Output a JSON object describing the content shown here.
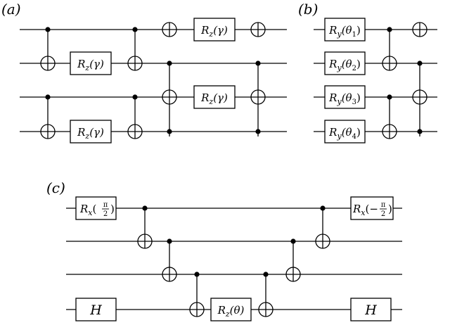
{
  "panels": {
    "a": {
      "label": "(a)",
      "gates": {
        "rz_1": {
          "base": "R",
          "sub": "z",
          "arg": "(γ)"
        },
        "rz_2": {
          "base": "R",
          "sub": "z",
          "arg": "(γ)"
        },
        "rz_3": {
          "base": "R",
          "sub": "z",
          "arg": "(γ)"
        },
        "rz_4": {
          "base": "R",
          "sub": "z",
          "arg": "(γ)"
        }
      }
    },
    "b": {
      "label": "(b)",
      "gates": {
        "ry_1": {
          "base": "R",
          "sub": "y",
          "arg": "(θ",
          "idx": "1",
          "close": ")"
        },
        "ry_2": {
          "base": "R",
          "sub": "y",
          "arg": "(θ",
          "idx": "2",
          "close": ")"
        },
        "ry_3": {
          "base": "R",
          "sub": "y",
          "arg": "(θ",
          "idx": "3",
          "close": ")"
        },
        "ry_4": {
          "base": "R",
          "sub": "y",
          "arg": "(θ",
          "idx": "4",
          "close": ")"
        }
      }
    },
    "c": {
      "label": "(c)",
      "gates": {
        "rx_in": {
          "base": "R",
          "sub": "x",
          "open": "(",
          "num": "π",
          "den": "2",
          "close": ")"
        },
        "h_in": {
          "text": "H"
        },
        "rz": {
          "base": "R",
          "sub": "z",
          "arg": "(θ)"
        },
        "rx_out": {
          "base": "R",
          "sub": "x",
          "open": "(−",
          "num": "π",
          "den": "2",
          "close": ")"
        },
        "h_out": {
          "text": "H"
        }
      }
    }
  }
}
